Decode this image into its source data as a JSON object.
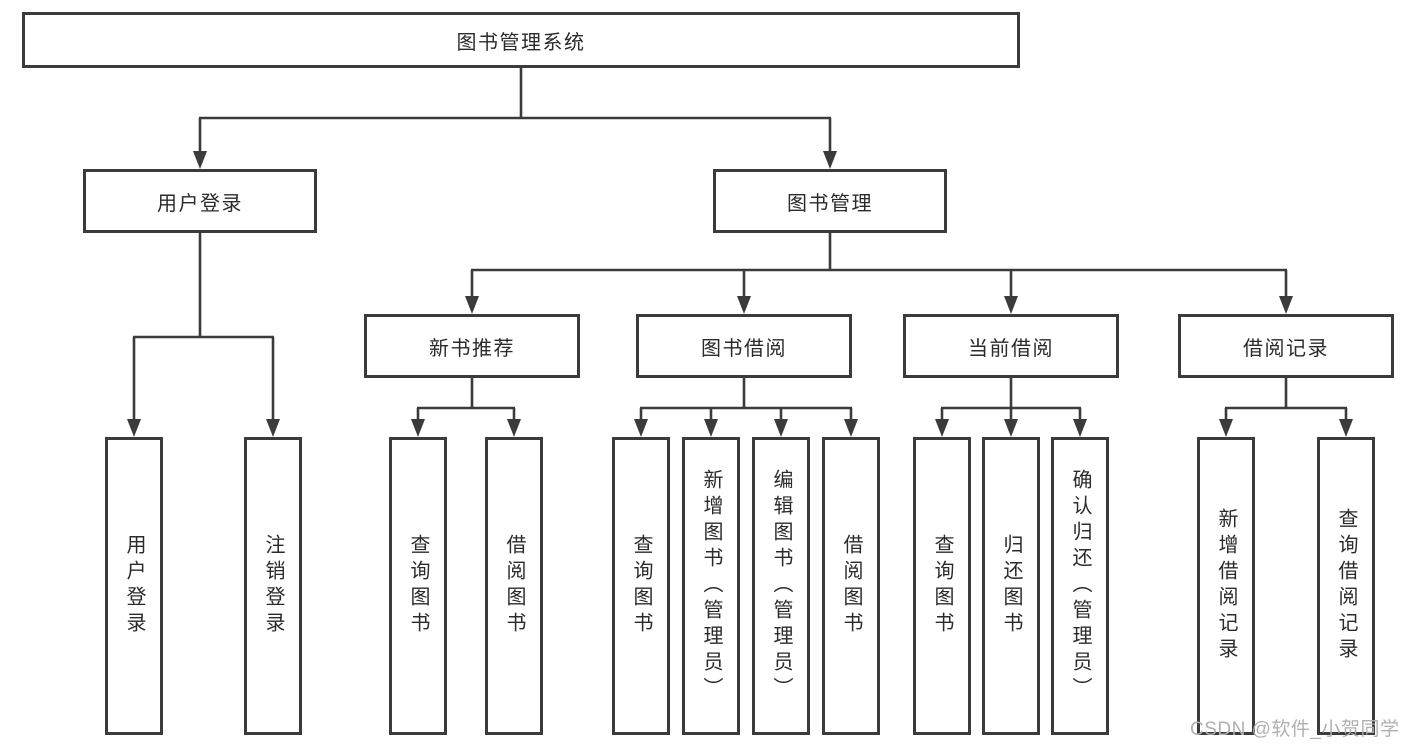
{
  "diagram": {
    "root": {
      "label": "图书管理系统"
    },
    "branches": [
      {
        "label": "用户登录",
        "children": [
          {
            "label": "用户登录"
          },
          {
            "label": "注销登录"
          }
        ]
      },
      {
        "label": "图书管理",
        "children": [
          {
            "label": "新书推荐",
            "children": [
              {
                "label": "查询图书"
              },
              {
                "label": "借阅图书"
              }
            ]
          },
          {
            "label": "图书借阅",
            "children": [
              {
                "label": "查询图书"
              },
              {
                "label": "新增图书（管理员）"
              },
              {
                "label": "编辑图书（管理员）"
              },
              {
                "label": "借阅图书"
              }
            ]
          },
          {
            "label": "当前借阅",
            "children": [
              {
                "label": "查询图书"
              },
              {
                "label": "归还图书"
              },
              {
                "label": "确认归还（管理员）"
              }
            ]
          },
          {
            "label": "借阅记录",
            "children": [
              {
                "label": "新增借阅记录"
              },
              {
                "label": "查询借阅记录"
              }
            ]
          }
        ]
      }
    ]
  },
  "watermark": {
    "text": "CSDN @软件_小贺同学"
  },
  "colors": {
    "line": "#3b3b3b",
    "text": "#2b2b2b",
    "node_bg": "#ffffff",
    "background": "#ffffff",
    "watermark": "#b0b0b0"
  }
}
